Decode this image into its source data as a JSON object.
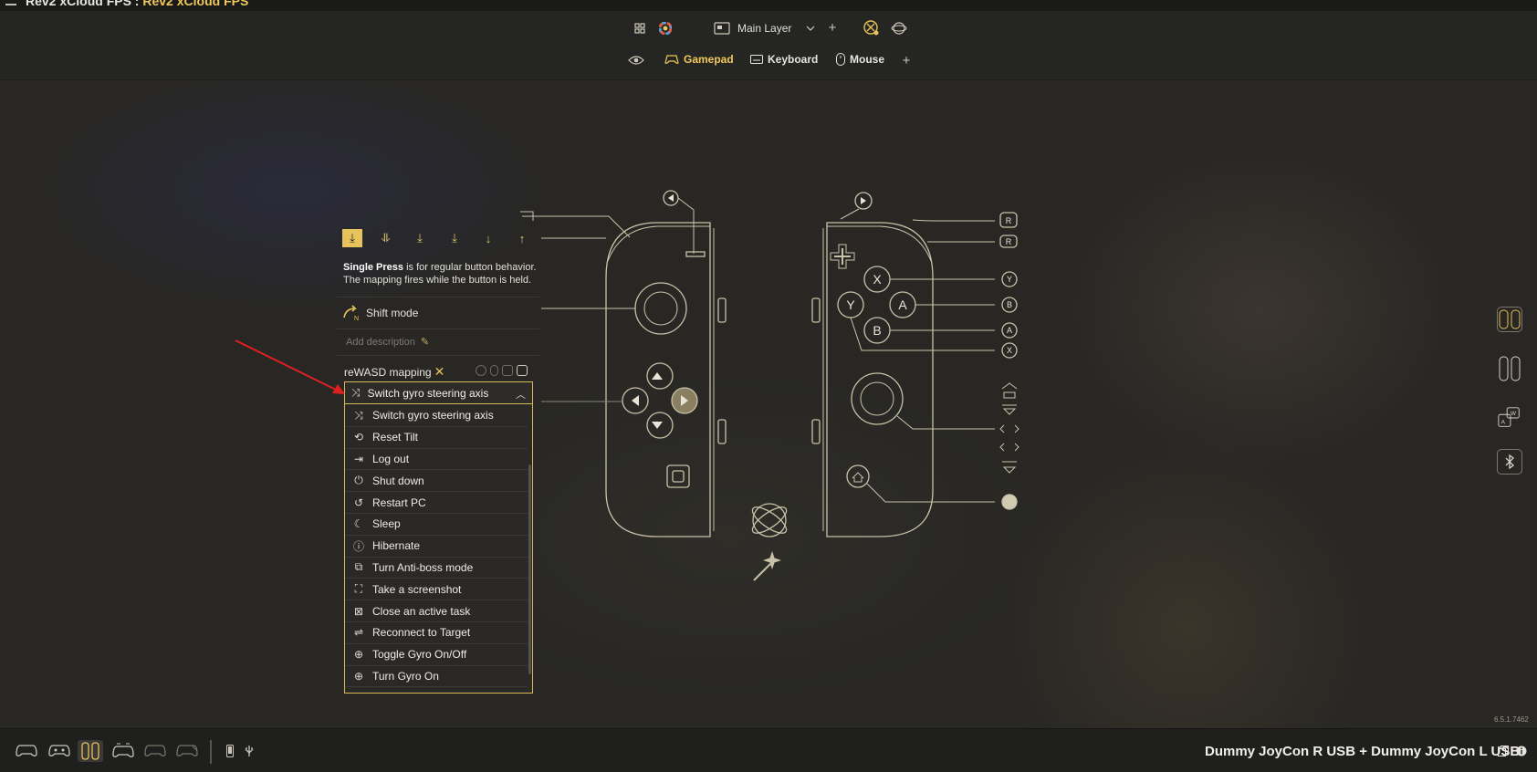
{
  "titlebar": {
    "app_title": "Rev2 xCloud FPS",
    "profile_title": "Rev2 xCloud FPS"
  },
  "layer": {
    "name": "Main Layer"
  },
  "tabs": [
    {
      "label": "Gamepad",
      "active": true
    },
    {
      "label": "Keyboard",
      "active": false
    },
    {
      "label": "Mouse",
      "active": false
    }
  ],
  "panel": {
    "description_bold": "Single Press",
    "description_rest": " is for regular button behavior. The mapping fires while the button is held.",
    "shift_mode_label": "Shift mode",
    "add_description_placeholder": "Add description",
    "mapping_title": "reWASD mapping",
    "selected_action": "Switch gyro steering axis",
    "actions": [
      {
        "label": "Switch gyro steering axis",
        "icon": "gyro-axis-icon"
      },
      {
        "label": "Reset Tilt",
        "icon": "reset-tilt-icon"
      },
      {
        "label": "Log out",
        "icon": "logout-icon"
      },
      {
        "label": "Shut down",
        "icon": "power-icon"
      },
      {
        "label": "Restart PC",
        "icon": "restart-icon"
      },
      {
        "label": "Sleep",
        "icon": "moon-icon"
      },
      {
        "label": "Hibernate",
        "icon": "hibernate-icon"
      },
      {
        "label": "Turn Anti-boss mode",
        "icon": "anti-boss-icon"
      },
      {
        "label": "Take a screenshot",
        "icon": "screenshot-icon"
      },
      {
        "label": "Close an active task",
        "icon": "close-task-icon"
      },
      {
        "label": "Reconnect to Target",
        "icon": "reconnect-icon"
      },
      {
        "label": "Toggle Gyro On/Off",
        "icon": "gyro-toggle-icon"
      },
      {
        "label": "Turn Gyro On",
        "icon": "gyro-on-icon"
      }
    ]
  },
  "controller": {
    "left_labels": [
      "←",
      "→"
    ],
    "right_labels": {
      "r_top": "R",
      "r_small": "R",
      "y": "Y",
      "b": "B",
      "a": "A",
      "x": "X"
    },
    "face": {
      "x": "X",
      "y": "Y",
      "a": "A",
      "b": "B"
    }
  },
  "footer": {
    "devices": "Dummy JoyCon R USB + Dummy JoyCon L USB",
    "version": "6.5.1.7462"
  },
  "colors": {
    "accent": "#f0c85a",
    "background": "#262523",
    "line": "#c9c2a8"
  }
}
